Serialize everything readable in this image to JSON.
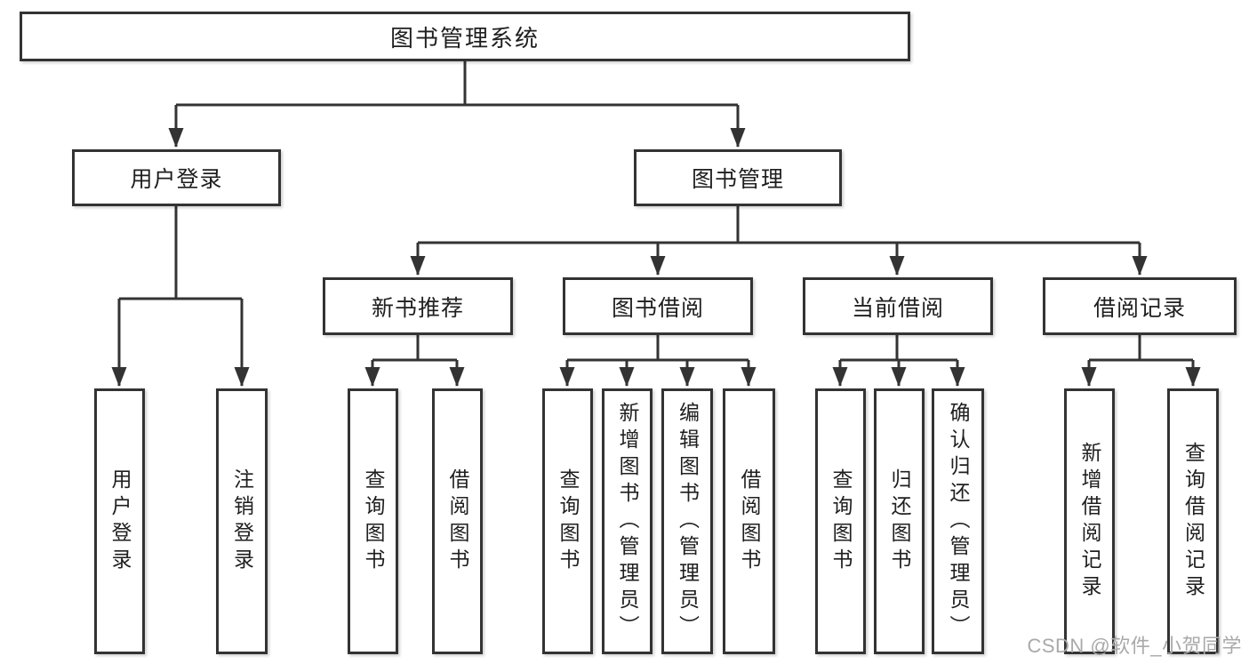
{
  "diagram": {
    "tree": {
      "root": "图书管理系统",
      "user_login": {
        "label": "用户登录",
        "children": [
          "用户登录",
          "注销登录"
        ]
      },
      "book_management": {
        "label": "图书管理",
        "sections": {
          "new_books": {
            "label": "新书推荐",
            "children": [
              "查询图书",
              "借阅图书"
            ]
          },
          "borrowing": {
            "label": "图书借阅",
            "children": [
              "查询图书",
              "新增图书（管理员）",
              "编辑图书（管理员）",
              "借阅图书"
            ]
          },
          "current": {
            "label": "当前借阅",
            "children": [
              "查询图书",
              "归还图书",
              "确认归还（管理员）"
            ]
          },
          "records": {
            "label": "借阅记录",
            "children": [
              "新增借阅记录",
              "查询借阅记录"
            ]
          }
        }
      }
    },
    "colors": {
      "line": "#333333",
      "text": "#1f1f1f",
      "watermark": "#a9a9a9",
      "background": "#ffffff"
    },
    "watermark": "CSDN @软件_小贺同学"
  }
}
